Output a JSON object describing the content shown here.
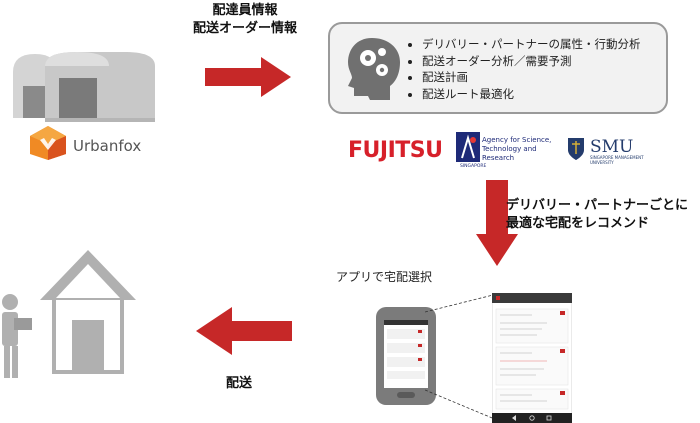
{
  "top_label": [
    "配達員情報",
    "配送オーダー情報"
  ],
  "analytics_items": [
    "デリバリー・パートナーの属性・行動分析",
    "配送オーダー分析／需要予測",
    "配送計画",
    "配送ルート最適化"
  ],
  "logos": {
    "urbanfox": "Urbanfox",
    "fujitsu": "FUJITSU",
    "astar": "Agency for Science, Technology and Research",
    "astar_sub": "SINGAPORE",
    "smu": "SMU",
    "smu_sub": "SINGAPORE MANAGEMENT UNIVERSITY"
  },
  "recommend_label": [
    "デリバリー・パートナーごとに",
    "最適な宅配をレコメンド"
  ],
  "app_title": "アプリで宅配選択",
  "delivery_label": "配送",
  "colors": {
    "arrow_red": "#c62828",
    "box_border": "#9a9a9a",
    "icon_gray": "#b0b0b0",
    "fujitsu_red": "#d7202a"
  },
  "icons": [
    "warehouse-icon",
    "brain-gears-icon",
    "house-icon",
    "courier-icon",
    "smartphone-icon"
  ]
}
